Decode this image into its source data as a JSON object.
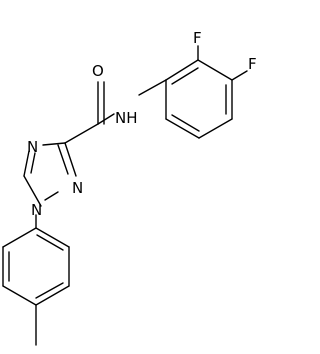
{
  "molecule": {
    "atoms": {
      "F_top": "F",
      "F_right": "F",
      "O": "O",
      "NH": "NH",
      "N_ring_top": "N",
      "N_ring_mid": "N",
      "N_ring_bottom": "N"
    },
    "colors": {
      "bond": "#000000",
      "text": "#000000",
      "background": "#ffffff"
    }
  }
}
